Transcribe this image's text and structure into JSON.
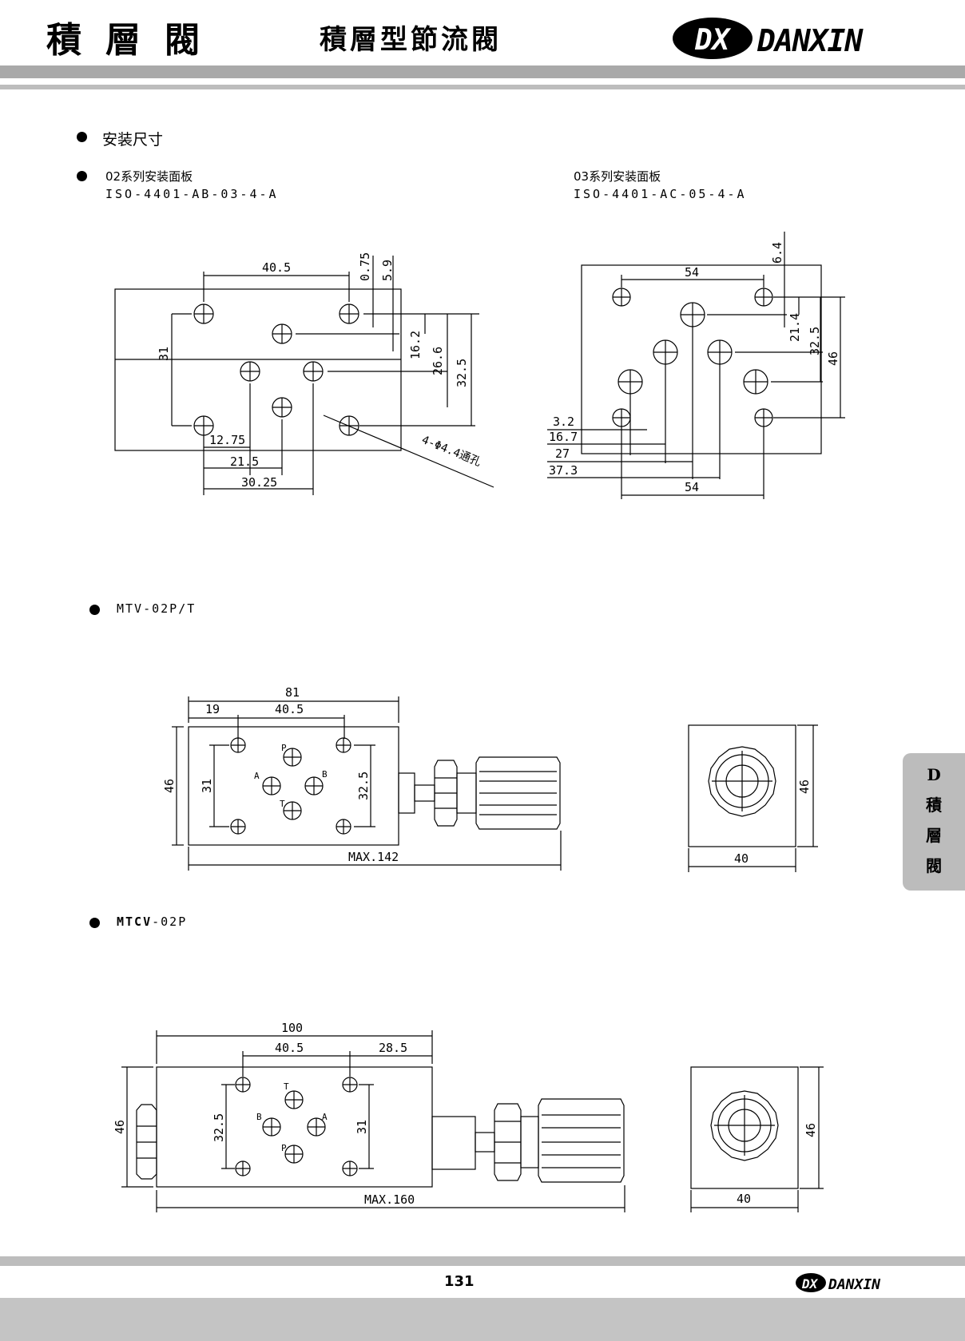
{
  "header": {
    "title": "積層閥",
    "subtitle": "積層型節流閥",
    "brand": "DANXIN",
    "logo_mark": "DX"
  },
  "sections": {
    "install_dims": "安装尺寸",
    "plate_02_title": "02系列安装面板",
    "plate_02_code": "ISO-4401-AB-03-4-A",
    "plate_03_title": "03系列安装面板",
    "plate_03_code": "ISO-4401-AC-05-4-A",
    "mtv_title": "MTV-02P/T",
    "mtcv_title_bold": "MTCV",
    "mtcv_title_rest": "-02P"
  },
  "plate_02_dims": {
    "d40_5": "40.5",
    "d0_75": "0.75",
    "d5_9": "5.9",
    "d16_2": "16.2",
    "d26_6": "26.6",
    "d32_5": "32.5",
    "d31": "31",
    "d12_75": "12.75",
    "d21_5": "21.5",
    "d30_25": "30.25",
    "holes": "4-Φ4.4通孔"
  },
  "plate_03_dims": {
    "d54_top": "54",
    "d6_4": "6.4",
    "d21_4": "21.4",
    "d32_5": "32.5",
    "d46": "46",
    "d3_2": "3.2",
    "d16_7": "16.7",
    "d27": "27",
    "d37_3": "37.3",
    "d54_bottom": "54"
  },
  "mtv": {
    "d81": "81",
    "d19": "19",
    "d40_5": "40.5",
    "d46": "46",
    "d31": "31",
    "d32_5": "32.5",
    "max": "MAX.142",
    "end_46": "46",
    "end_40": "40",
    "port_p": "P",
    "port_a": "A",
    "port_b": "B",
    "port_t": "T"
  },
  "mtcv": {
    "d100": "100",
    "d40_5": "40.5",
    "d28_5": "28.5",
    "d46": "46",
    "d32_5": "32.5",
    "d31": "31",
    "max": "MAX.160",
    "end_46": "46",
    "end_40": "40",
    "port_t": "T",
    "port_b": "B",
    "port_a": "A",
    "port_p": "P"
  },
  "side_tab": {
    "letter": "D",
    "c1": "積",
    "c2": "層",
    "c3": "閥"
  },
  "footer": {
    "page": "131",
    "brand": "DANXIN",
    "logo_mark": "DX"
  }
}
